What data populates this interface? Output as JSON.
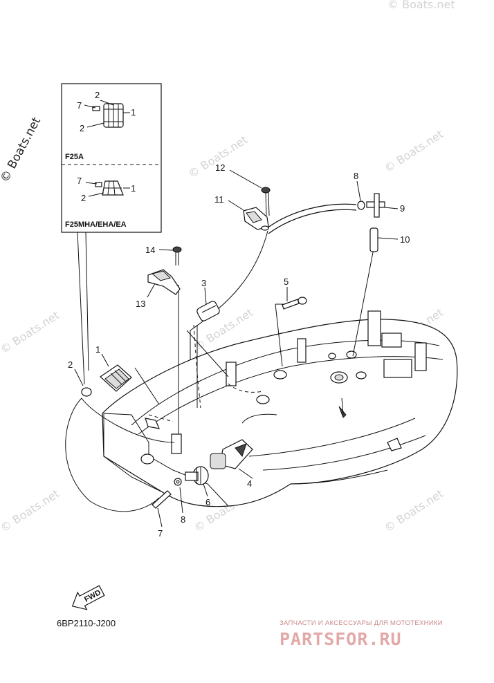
{
  "watermarks": {
    "side": "© Boats.net",
    "faint": "© Boats.net"
  },
  "inset": {
    "top_title": "F25A",
    "bottom_title": "F25MHA/EHA/EA",
    "top_labels": [
      "7",
      "2",
      "1",
      "2"
    ],
    "bottom_labels": [
      "7",
      "2",
      "1"
    ]
  },
  "callouts": {
    "c1": "1",
    "c2": "2",
    "c3": "3",
    "c4": "4",
    "c5": "5",
    "c6": "6",
    "c7": "7",
    "c8a": "8",
    "c8b": "8",
    "c9": "9",
    "c10": "10",
    "c11": "11",
    "c12": "12",
    "c13": "13",
    "c14": "14"
  },
  "fwd_label": "FWD",
  "diagram_code": "6BP2110-J200",
  "vendor": {
    "tagline": "ЗАПЧАСТИ И АКСЕССУАРЫ ДЛЯ МОТОТЕХНИКИ",
    "logo": "PARTSFOR.RU"
  }
}
